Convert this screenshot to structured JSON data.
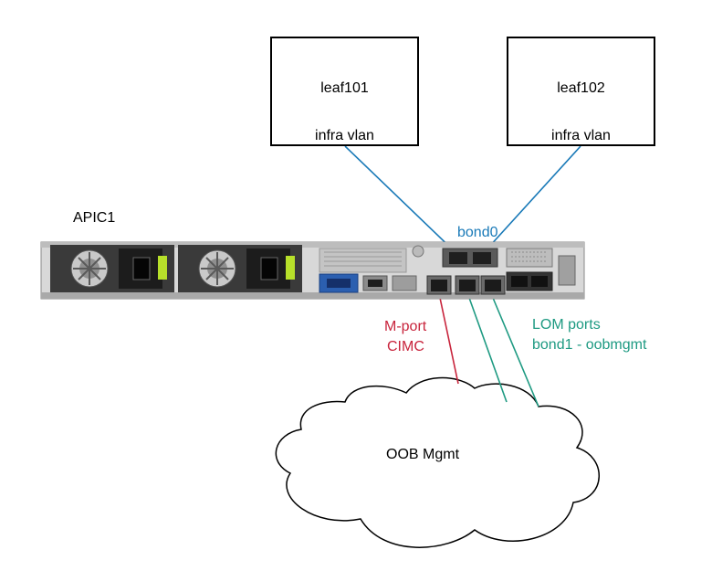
{
  "leafs": [
    {
      "name": "leaf101",
      "vlan": "infra vlan"
    },
    {
      "name": "leaf102",
      "vlan": "infra vlan"
    }
  ],
  "server": {
    "label": "APIC1"
  },
  "bond0": {
    "label": "bond0"
  },
  "mport": {
    "line1": "M-port",
    "line2": "CIMC"
  },
  "lom": {
    "line1": "LOM ports",
    "line2": "bond1 - oobmgmt"
  },
  "cloud": {
    "label": "OOB Mgmt"
  },
  "colors": {
    "infra_link": "#1a7ab8",
    "mport": "#c8243c",
    "lom": "#1e9a82",
    "box_border": "#000000"
  }
}
